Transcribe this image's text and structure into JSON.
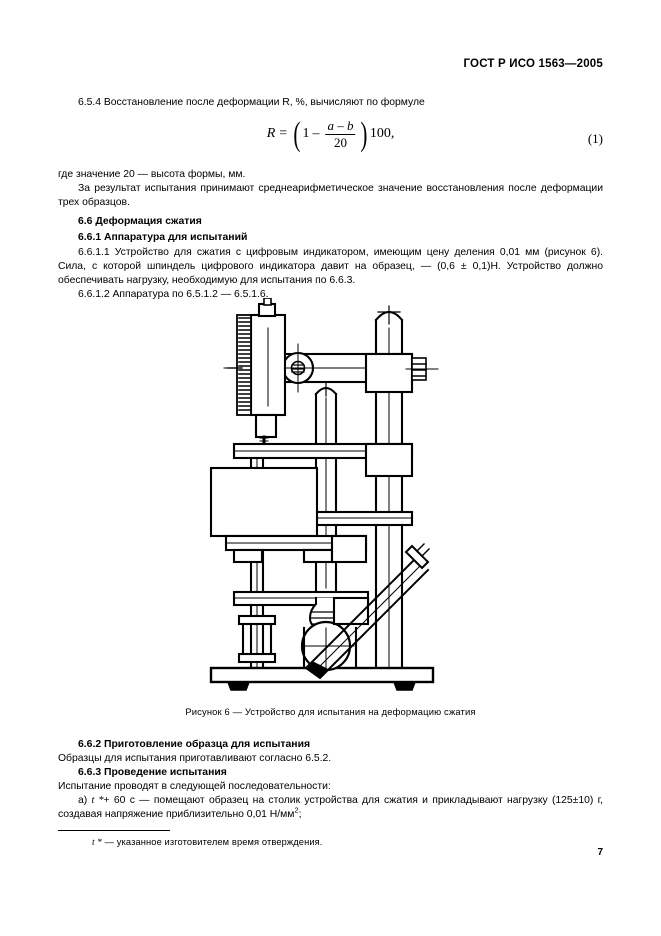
{
  "header": {
    "standard": "ГОСТ Р ИСО 1563—2005"
  },
  "body": {
    "para_654": "6.5.4 Восстановление после деформации R, %, вычисляют по формуле",
    "formula": {
      "lhs": "R",
      "eq": "=",
      "one": "1",
      "minus": "–",
      "numerator": "a – b",
      "denominator": "20",
      "multiplier": "100,",
      "number": "(1)"
    },
    "para_gde": "где  значение 20 — высота формы, мм.",
    "para_result": "За результат испытания принимают среднеарифметическое значение восстановления после деформации трех образцов.",
    "heading_66": "6.6  Деформация сжатия",
    "heading_661": "6.6.1 Аппаратура для испытаний",
    "para_6611": "6.6.1.1 Устройство для сжатия с цифровым индикатором, имеющим цену деления 0,01 мм (рисунок 6). Сила, с которой шпиндель цифрового индикатора давит на образец, — (0,6 ± 0,1)Н. Устройство должно обеспечивать нагрузку, необходимую для испытания по  6.6.3.",
    "para_6612": "6.6.1.2 Аппаратура по  6.5.1.2 — 6.5.1.6."
  },
  "figure": {
    "caption": "Рисунок 6 — Устройство для испытания на деформацию сжатия",
    "name": "compression-deformation-test-device-drawing"
  },
  "lower": {
    "heading_662": "6.6.2 Приготовление образца для испытания",
    "para_662": "Образцы для испытания приготавливают согласно 6.5.2.",
    "heading_663": "6.6.3 Проведение испытания",
    "para_663": "Испытание проводят в следующей последовательности:",
    "item_a_pre": "а) ",
    "item_a_sym": "t *",
    "item_a_rest": "+ 60 с — помещают образец на столик устройства для сжатия и прикладывают нагрузку (125±10) г, создавая напряжение приблизительно 0,01 Н/мм",
    "item_a_sup": "2",
    "item_a_end": ";",
    "footnote_sym": "t *",
    "footnote_text": " — указанное изготовителем время отверждения."
  },
  "footer": {
    "page_number": "7"
  }
}
